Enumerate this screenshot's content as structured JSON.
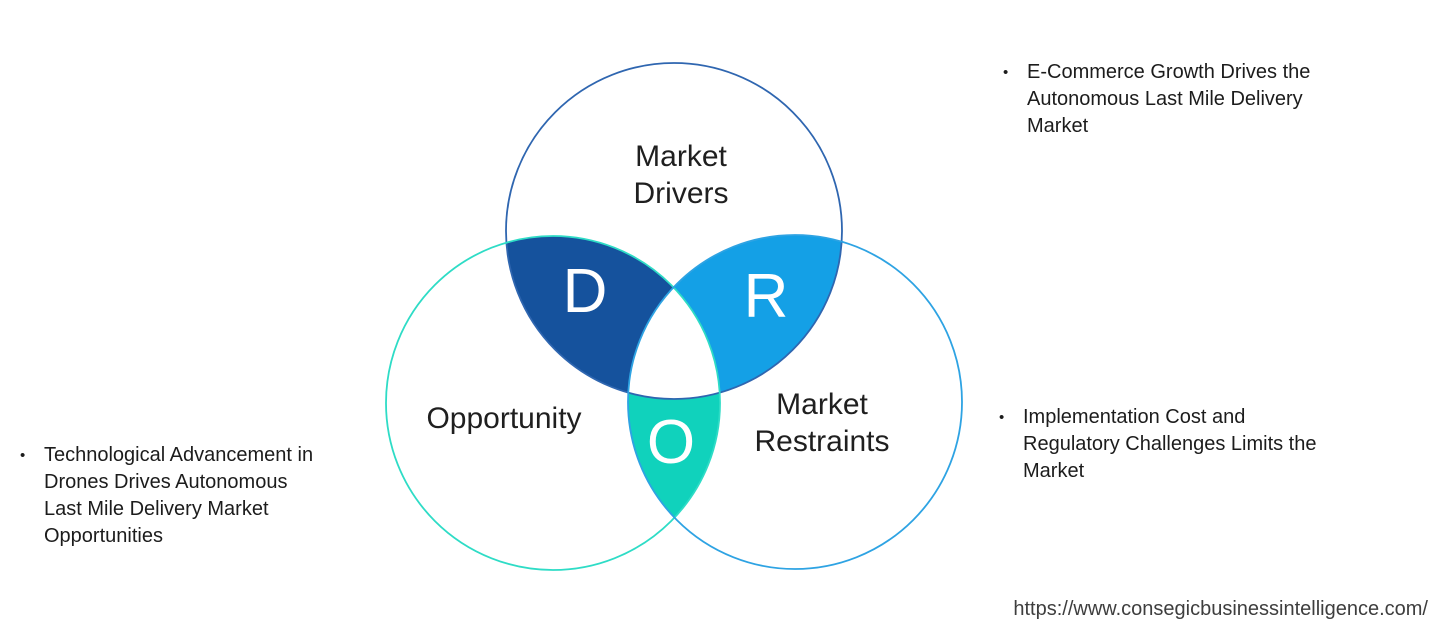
{
  "diagram": {
    "drivers": {
      "label": "Market\nDrivers",
      "letter": "D",
      "outline_color": "#2F66B0",
      "overlap_color": "#15529D"
    },
    "opportunity": {
      "label": "Opportunity",
      "letter": "O",
      "outline_color": "#2EDCC6",
      "overlap_color": "#10D2BC"
    },
    "restraints": {
      "label": "Market\nRestraints",
      "letter": "R",
      "outline_color": "#2EA3E3",
      "overlap_color": "#14A0E6"
    }
  },
  "annotations": {
    "bullet": "•",
    "drivers_note": "E-Commerce Growth Drives the\nAutonomous Last Mile Delivery\nMarket",
    "opportunity_note": "Technological Advancement in\nDrones Drives Autonomous\nLast Mile Delivery Market\nOpportunities",
    "restraints_note": "Implementation Cost and\nRegulatory Challenges Limits the\nMarket"
  },
  "footer": {
    "url": "https://www.consegicbusinessintelligence.com/"
  }
}
